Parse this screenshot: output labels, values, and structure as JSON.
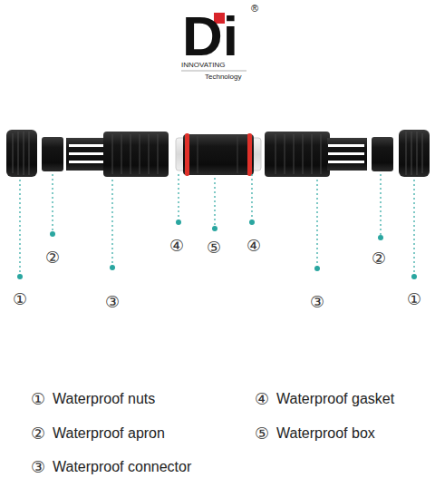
{
  "diagram": {
    "labels": [
      "Di",
      "®",
      "INNOVATING",
      "Technology",
      "①",
      "②",
      "③",
      "④",
      "⑤",
      "④",
      "③",
      "②",
      "①",
      "①",
      "Waterproof nuts",
      "④",
      "Waterproof gasket",
      "②",
      "Waterproof apron",
      "⑤",
      "Waterproof box",
      "③",
      "Waterproof connector"
    ]
  }
}
